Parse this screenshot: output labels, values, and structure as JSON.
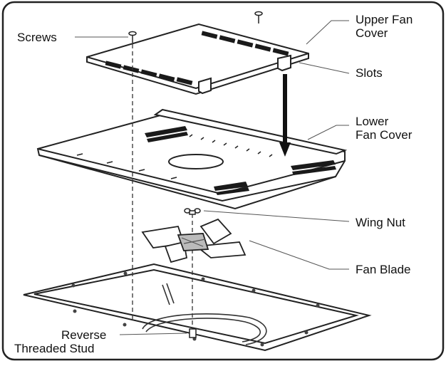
{
  "labels": {
    "screws": "Screws",
    "upper_fan_cover_1": "Upper Fan",
    "upper_fan_cover_2": "Cover",
    "slots": "Slots",
    "lower_fan_cover_1": "Lower",
    "lower_fan_cover_2": "Fan Cover",
    "wing_nut": "Wing Nut",
    "fan_blade": "Fan Blade",
    "reverse_threaded_stud_1": "Reverse",
    "reverse_threaded_stud_2": "Threaded Stud"
  },
  "colors": {
    "line": "#222222",
    "vent": "#1a1a1a",
    "leader": "#555555"
  }
}
